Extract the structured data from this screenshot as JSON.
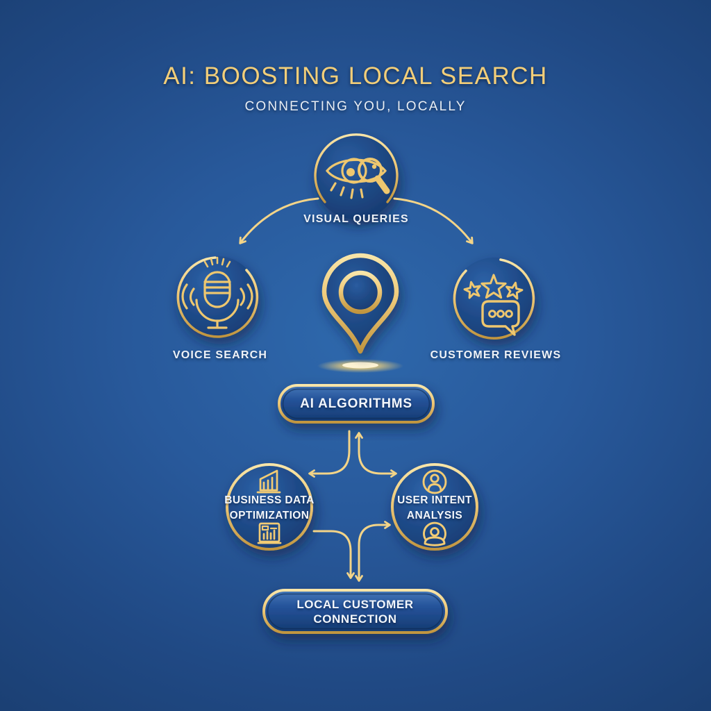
{
  "poster": {
    "title": "AI: BOOSTING LOCAL SEARCH",
    "subtitle": "CONNECTING YOU, LOCALLY"
  },
  "colors": {
    "background_center": "#2E68AC",
    "background_edge": "#142D57",
    "accent_gold": "#EEC76F",
    "arrow_gold": "#F3D488",
    "text_white": "#F0F4F9",
    "node_fill": "#1D4680"
  },
  "nodes": {
    "visual_queries": {
      "label": "VISUAL QUERIES",
      "icon": "eye-magnifier-icon"
    },
    "voice_search": {
      "label": "VOICE SEARCH",
      "icon": "microphone-icon"
    },
    "customer_reviews": {
      "label": "CUSTOMER REVIEWS",
      "icon": "stars-speech-bubble-icon"
    },
    "location": {
      "icon": "location-pin-icon"
    },
    "ai_algorithms": {
      "label": "AI ALGORITHMS"
    },
    "business_data": {
      "line1": "BUSINESS DATA",
      "line2": "OPTIMIZATION",
      "icon_top": "growth-bar-chart-icon",
      "icon_bottom": "framed-bar-chart-icon"
    },
    "user_intent": {
      "line1": "USER INTENT",
      "line2": "ANALYSIS",
      "icon_top": "user-avatar-icon",
      "icon_bottom": "user-scan-icon"
    },
    "local_customer": {
      "line1": "LOCAL CUSTOMER",
      "line2": "CONNECTION"
    }
  }
}
